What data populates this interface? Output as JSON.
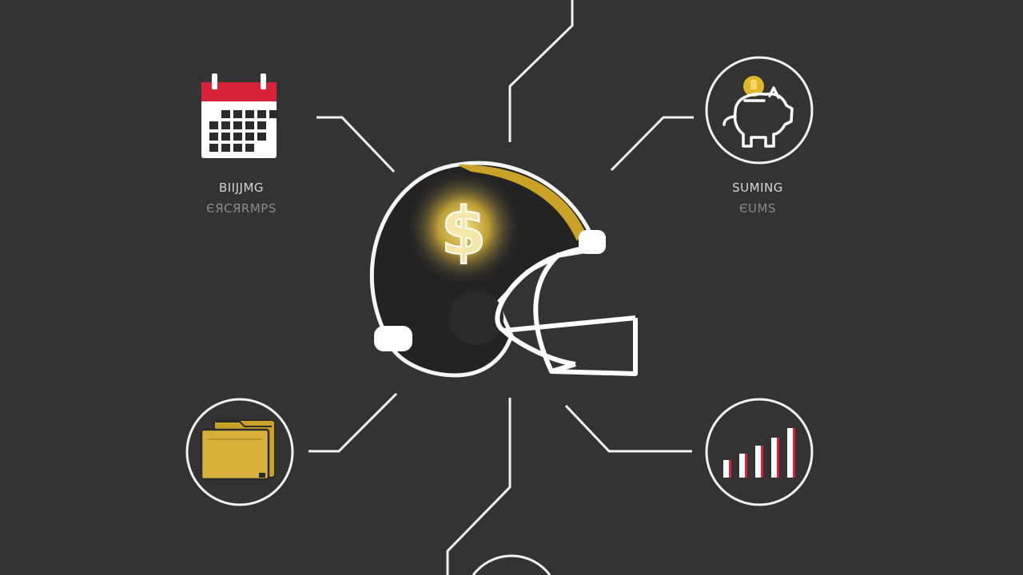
{
  "colors": {
    "background": "#333333",
    "line": "#f2f2f2",
    "gold": "#c9a227",
    "red": "#d9213a"
  },
  "nodes": {
    "calendar": {
      "icon": "calendar-icon",
      "line1": "BIIJJMG",
      "line2": "ЄЯCЯRMPS"
    },
    "savings": {
      "icon": "piggy-bank-icon",
      "line1": "SUMING",
      "line2": "ЄUMS"
    },
    "folder": {
      "icon": "folder-icon"
    },
    "growth": {
      "icon": "bar-chart-icon"
    },
    "center": {
      "icon": "football-helmet-dollar-icon",
      "symbol": "$"
    }
  }
}
